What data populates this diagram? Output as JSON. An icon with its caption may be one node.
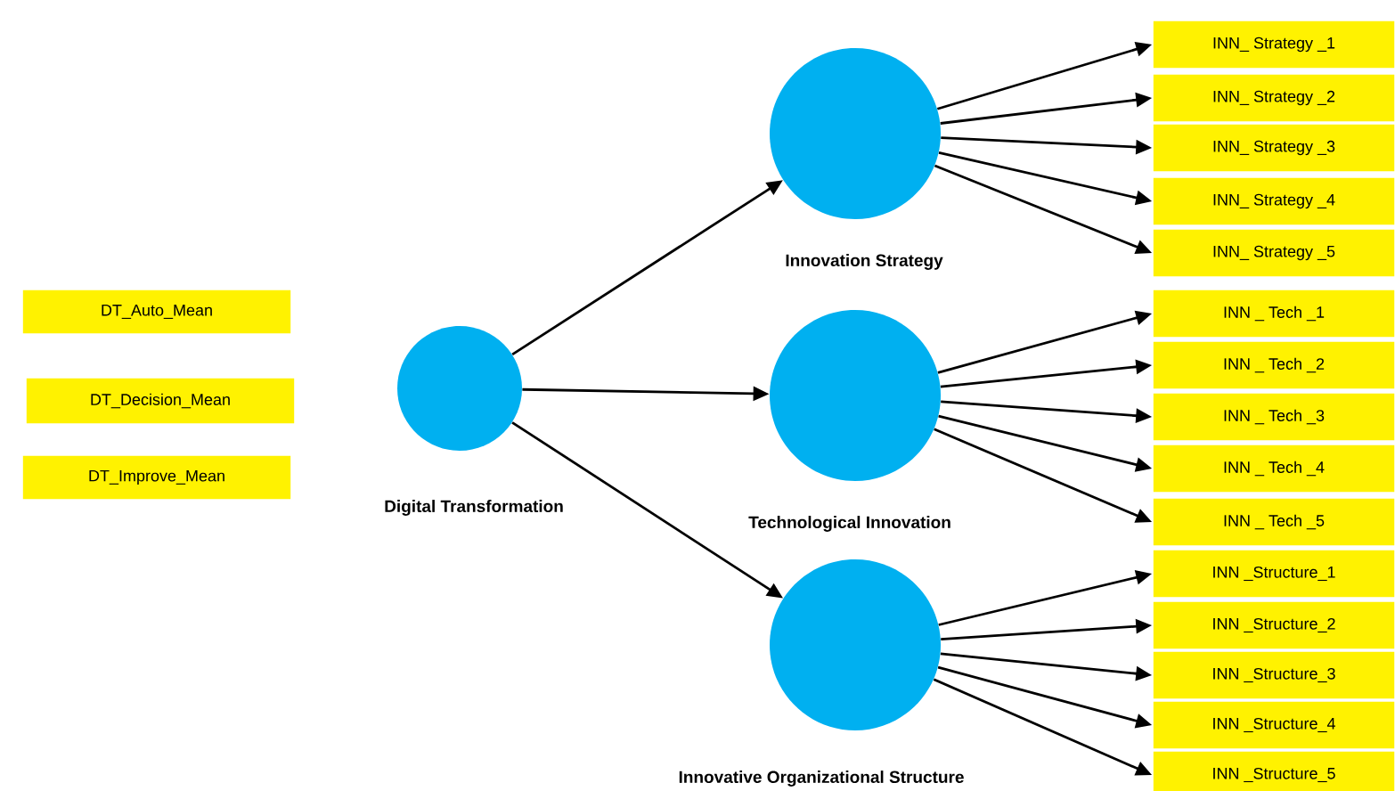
{
  "diagram": {
    "nodes": [
      {
        "text": [
          "DT_Auto_Mean"
        ]
      },
      {
        "text": [
          "DT_Decision_Mean"
        ]
      },
      {
        "text": [
          "DT_Improve_Mean"
        ]
      },
      {
        "text": [
          "Digital Transformation"
        ]
      },
      {
        "text": [
          "Innovation Strategy"
        ]
      },
      {
        "text": [
          "INN_ Strategy _1"
        ]
      },
      {
        "text": [
          "INN_ Strategy _2"
        ]
      },
      {
        "text": [
          "INN_ Strategy _3"
        ]
      },
      {
        "text": [
          "INN_ Strategy _4"
        ]
      },
      {
        "text": [
          "INN_ Strategy _5"
        ]
      },
      {
        "text": [
          "Technological Innovation"
        ]
      },
      {
        "text": [
          "INN _ Tech _1"
        ]
      },
      {
        "text": [
          "INN _ Tech _2"
        ]
      },
      {
        "text": [
          "INN _ Tech _3"
        ]
      },
      {
        "text": [
          "INN _ Tech _4"
        ]
      },
      {
        "text": [
          "INN _ Tech _5"
        ]
      },
      {
        "text": [
          "Innovative Organizational Structure"
        ]
      },
      {
        "text": [
          "INN _Structure_1"
        ]
      },
      {
        "text": [
          "INN _Structure_2"
        ]
      },
      {
        "text": [
          "INN _Structure_3"
        ]
      },
      {
        "text": [
          "INN _Structure_4"
        ]
      },
      {
        "text": [
          "INN _Structure_5"
        ]
      }
    ],
    "edges": [
      {
        "from": 3,
        "to": 4,
        "arrow": "to"
      },
      {
        "from": 3,
        "to": 10,
        "arrow": "to"
      },
      {
        "from": 3,
        "to": 16,
        "arrow": "to"
      },
      {
        "from": 4,
        "to": 5,
        "arrow": "to"
      },
      {
        "from": 4,
        "to": 6,
        "arrow": "to"
      },
      {
        "from": 4,
        "to": 7,
        "arrow": "to"
      },
      {
        "from": 4,
        "to": 8,
        "arrow": "to"
      },
      {
        "from": 4,
        "to": 9,
        "arrow": "to"
      },
      {
        "from": 10,
        "to": 11,
        "arrow": "to"
      },
      {
        "from": 10,
        "to": 12,
        "arrow": "to"
      },
      {
        "from": 10,
        "to": 13,
        "arrow": "to"
      },
      {
        "from": 10,
        "to": 14,
        "arrow": "to"
      },
      {
        "from": 10,
        "to": 15,
        "arrow": "to"
      },
      {
        "from": 16,
        "to": 17,
        "arrow": "to"
      },
      {
        "from": 16,
        "to": 18,
        "arrow": "to"
      },
      {
        "from": 16,
        "to": 19,
        "arrow": "to"
      },
      {
        "from": 16,
        "to": 20,
        "arrow": "to"
      },
      {
        "from": 16,
        "to": 21,
        "arrow": "to"
      }
    ]
  }
}
